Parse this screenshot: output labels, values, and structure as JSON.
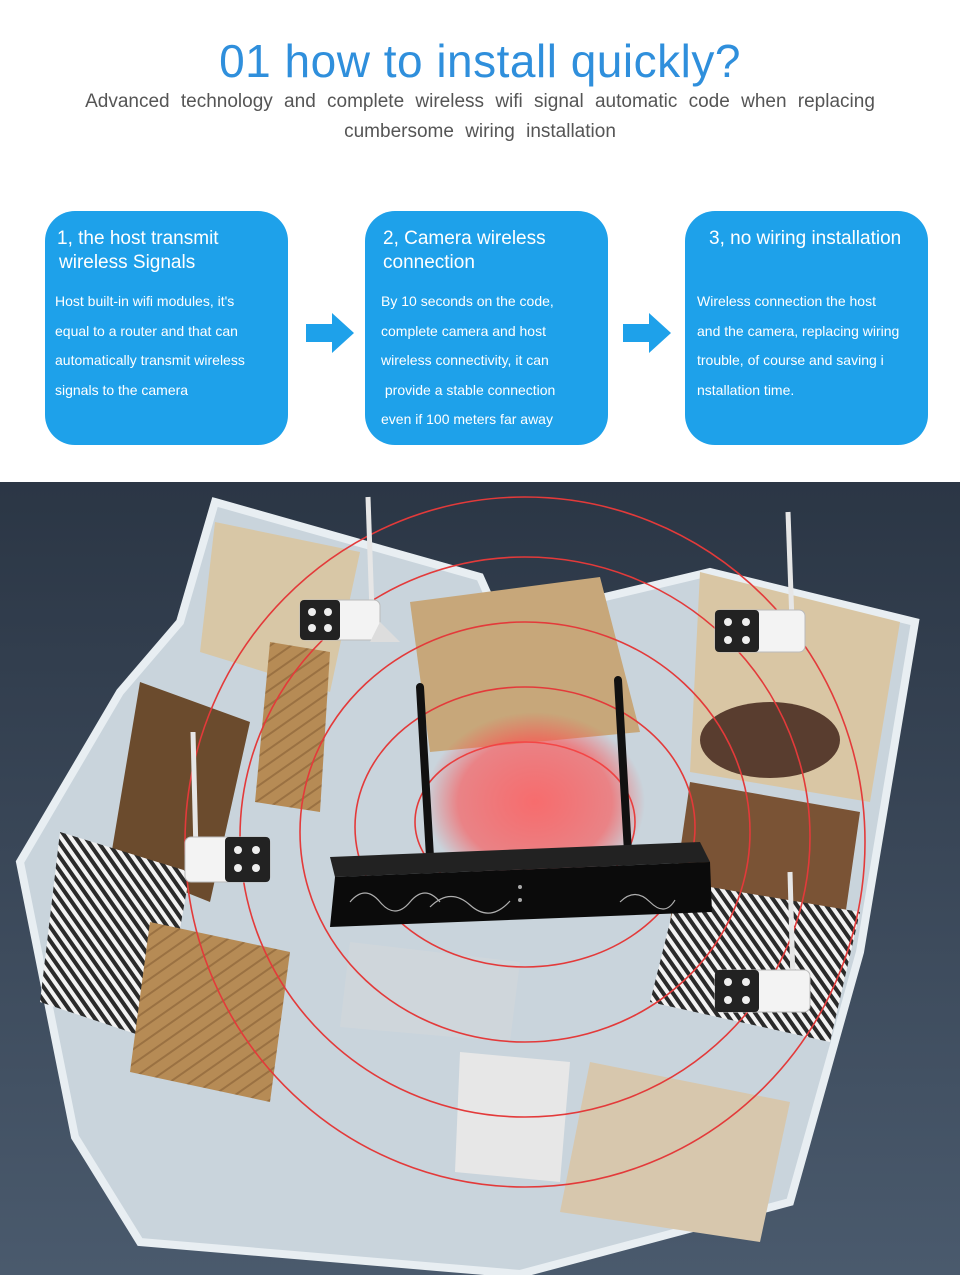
{
  "header": {
    "title": "01 how to install quickly?",
    "subtitle_line1": "Advanced technology and complete wireless wifi signal automatic code when replacing",
    "subtitle_line2": "cumbersome wiring installation"
  },
  "steps": [
    {
      "title_line1": "1, the host transmit",
      "title_line2": "wireless Signals",
      "body": [
        "Host built-in wifi modules, it's",
        "equal to a router and that can",
        "automatically transmit wireless",
        "signals to the camera"
      ]
    },
    {
      "title_line1": "2, Camera wireless",
      "title_line2": "connection",
      "body": [
        "By 10 seconds on the code,",
        "complete camera and host",
        "wireless connectivity, it can",
        " provide a stable connection",
        "even if 100 meters far away"
      ]
    },
    {
      "title_line1": "3, no wiring installation",
      "title_line2": "",
      "body": [
        "Wireless connection the host",
        "and the camera, replacing wiring",
        "trouble, of course and saving i",
        "nstallation time."
      ]
    }
  ],
  "colors": {
    "accent": "#2f8fdc",
    "card": "#1ea1ea",
    "arrow": "#1ea1ea",
    "signal": "#e33a3a",
    "floor_bg": "#3c4a5c"
  },
  "icons": [
    "right-arrow-icon",
    "wifi-camera-icon",
    "nvr-host-icon"
  ]
}
